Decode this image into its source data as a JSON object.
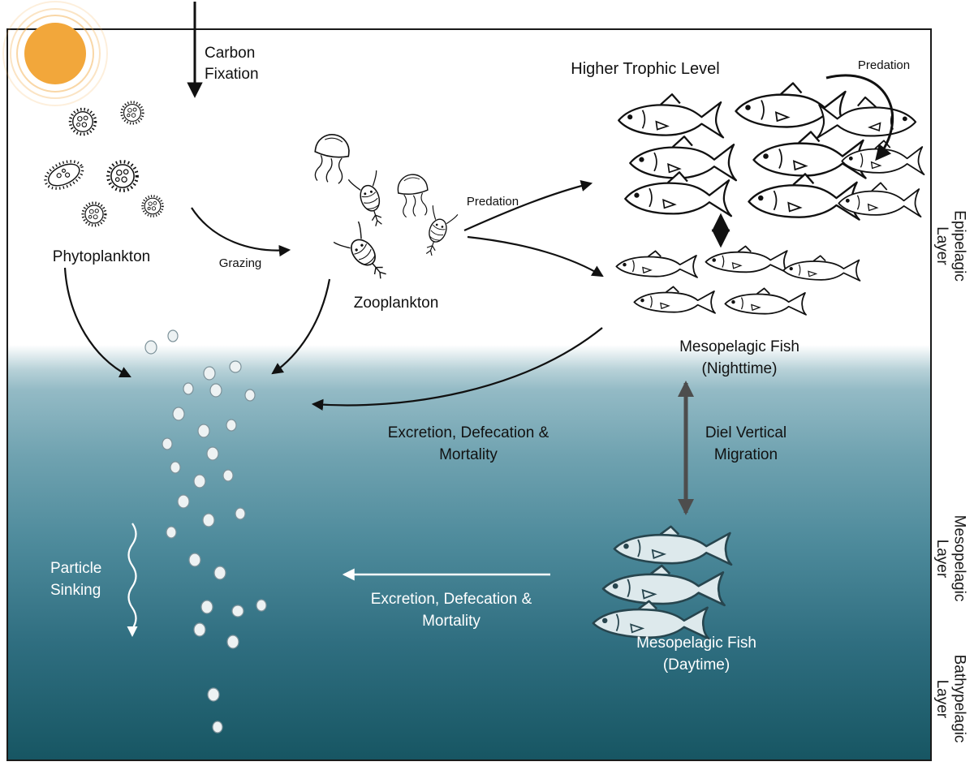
{
  "figure": {
    "nodes": {
      "phytoplankton": {
        "label": "Phytoplankton"
      },
      "zooplankton": {
        "label": "Zooplankton"
      },
      "higher_trophic_level": {
        "label": "Higher Trophic Level"
      },
      "mesopelagic_fish_night": {
        "label": "Mesopelagic Fish",
        "sublabel": "(Nighttime)"
      },
      "mesopelagic_fish_day": {
        "label": "Mesopelagic Fish",
        "sublabel": "(Daytime)"
      }
    },
    "flows": {
      "carbon_fixation": {
        "label": "Carbon Fixation"
      },
      "grazing": {
        "label": "Grazing"
      },
      "predation_zoo_to_fish": {
        "label": "Predation"
      },
      "predation_within_school": {
        "label": "Predation"
      },
      "excretion_epipelagic": {
        "label": "Excretion, Defecation & Mortality"
      },
      "excretion_mesopelagic": {
        "label": "Excretion, Defecation & Mortality"
      },
      "diel_vertical_migration": {
        "label": "Diel Vertical Migration"
      },
      "particle_sinking": {
        "label": "Particle Sinking"
      }
    },
    "depth_layers": {
      "epipelagic": {
        "label": "Epipelagic Layer",
        "line1": "Epipelagic",
        "line2": "Layer"
      },
      "mesopelagic": {
        "label": "Mesopelagic Layer",
        "line1": "Mesopelagic",
        "line2": "Layer"
      },
      "bathypelagic": {
        "label": "Bathypelagic Layer",
        "line1": "Bathypelagic",
        "line2": "Layer"
      }
    },
    "icons": {
      "sun": "sun-icon",
      "phytoplankton": "phytoplankton-icons",
      "zooplankton": "zooplankton-icons",
      "fish_school": "fish-school-icons",
      "particles": "sinking-particle-icons"
    },
    "colors": {
      "sun": "#F2A73B",
      "ocean_surface": "#9FC2CB",
      "ocean_deep": "#175663",
      "arrow_black": "#111111",
      "arrow_gray": "#4D4D4D",
      "arrow_white": "#FFFFFF",
      "day_fish_fill": "#DDE9EC"
    }
  }
}
